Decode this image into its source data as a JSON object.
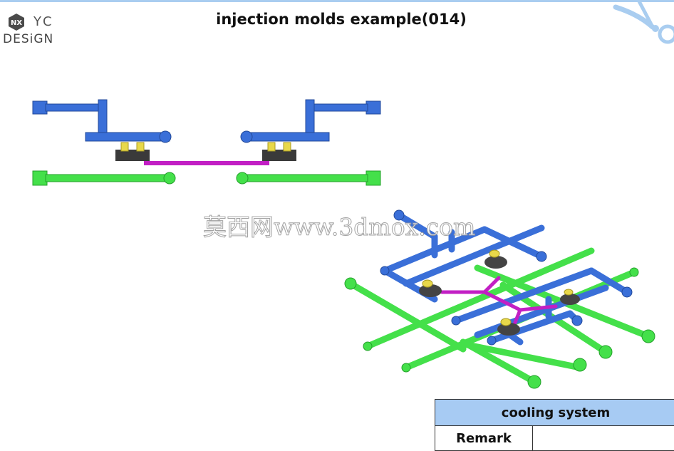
{
  "logo": {
    "badge": "NX",
    "brand": "YC",
    "sub": "DESiGN"
  },
  "title": "injection molds example(014)",
  "watermark": "莫西网www.3dmox.com",
  "info_table": {
    "header": "cooling system",
    "rows": [
      {
        "label": "Remark",
        "value": ""
      }
    ]
  },
  "colors": {
    "blue_channel": "#3a6fd8",
    "green_channel": "#44e04a",
    "runner": "#c21fc4",
    "gate": "#e8d84a",
    "header_fill": "#a7cbf3",
    "corner_accent": "#a9cdf0"
  }
}
